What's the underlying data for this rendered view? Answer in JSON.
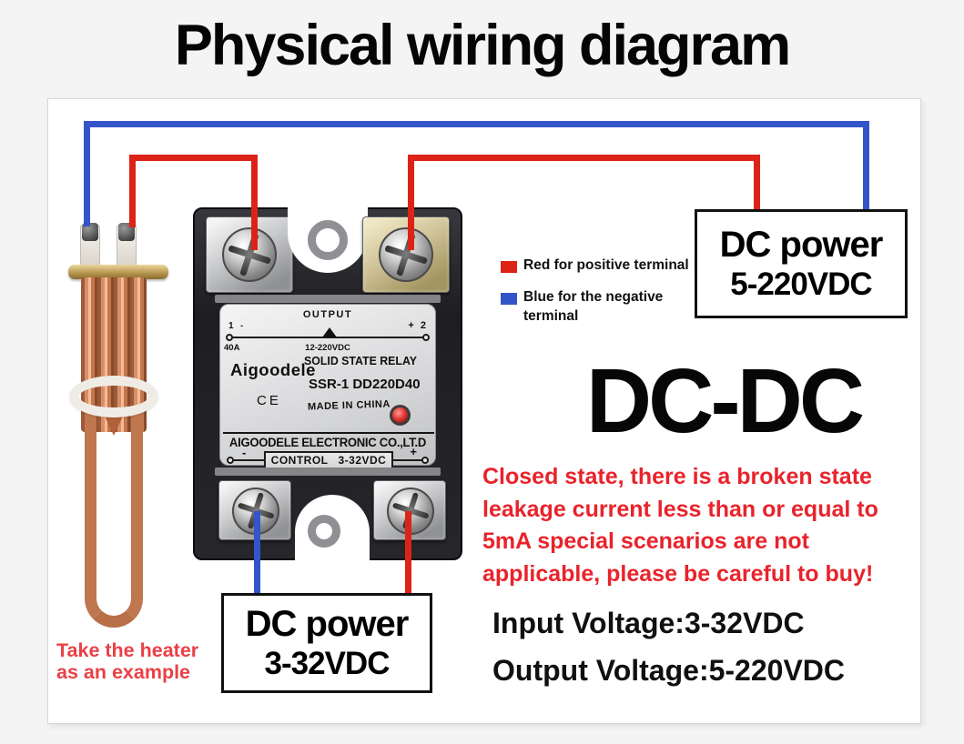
{
  "title": "Physical wiring diagram",
  "colors": {
    "red": "#dd2317",
    "blue": "#3454c9",
    "warning_text": "#e8232b",
    "caption_text": "#e94046",
    "led": "#e23a34"
  },
  "legend": {
    "red_label": "Red for positive terminal",
    "blue_label_line1": "Blue for the negative",
    "blue_label_line2": "terminal"
  },
  "power_box_output": {
    "line1": "DC power",
    "line2": "5-220VDC"
  },
  "power_box_input": {
    "line1": "DC power",
    "line2": "3-32VDC"
  },
  "headline": "DC-DC",
  "warning_lines": [
    "Closed state, there is a broken state",
    "leakage current less than or equal to",
    "5mA special scenarios are not",
    "applicable, please be careful to buy!"
  ],
  "specs": {
    "input": "Input Voltage:3-32VDC",
    "output": "Output Voltage:5-220VDC"
  },
  "heater_caption": {
    "line1": "Take the heater",
    "line2": "as an example"
  },
  "relay": {
    "brand": "Aigoodele",
    "product": "SOLID STATE RELAY",
    "model": "SSR-1 DD220D40",
    "ce_mark": "CE",
    "origin": "MADE IN CHINA",
    "company": "AIGOODELE ELECTRONIC CO.,LT.D",
    "output": {
      "label": "OUTPUT",
      "left_num": "1",
      "left_mark": "-",
      "amps": "40A",
      "voltage": "12-220VDC",
      "right_label": "+ 2"
    },
    "control": {
      "minus": "-",
      "label": "CONTROL",
      "voltage": "3-32VDC",
      "plus": "+"
    }
  }
}
